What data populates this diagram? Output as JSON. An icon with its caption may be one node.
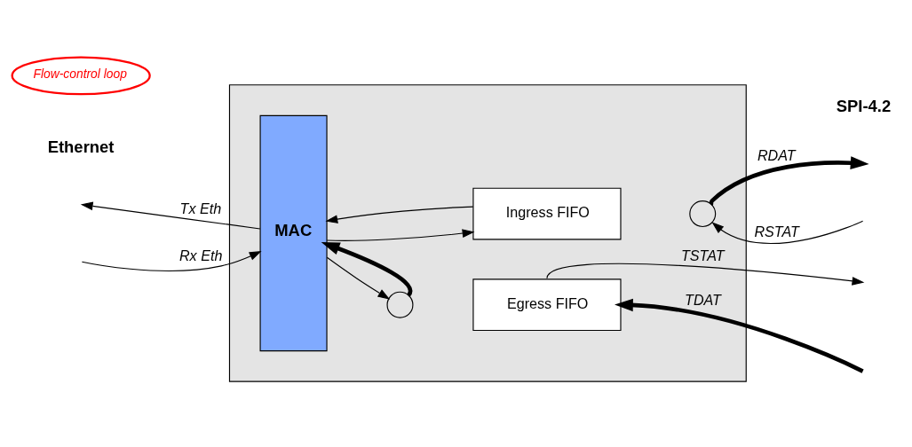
{
  "diagram": {
    "nodes": [
      {
        "text": [],
        "shape": "box"
      },
      {
        "text": [
          "MAC"
        ],
        "in": 0
      },
      {
        "text": [
          "Ingress FIFO"
        ],
        "in": 0
      },
      {
        "text": [
          "Egress FIFO"
        ],
        "in": 0
      },
      {
        "text": [],
        "shape": "circle",
        "in": 0
      },
      {
        "text": [],
        "shape": "circle",
        "in": 0
      }
    ],
    "edges": [
      {
        "from": null,
        "to": 1,
        "arrow": "to",
        "label": "Rx Eth"
      },
      {
        "from": 1,
        "to": 2,
        "arrow": "to"
      },
      {
        "from": 2,
        "to": 1,
        "arrow": "to"
      },
      {
        "from": 4,
        "to": null,
        "arrow": "to",
        "label": "RDAT",
        "style": "thick"
      },
      {
        "from": null,
        "to": 4,
        "arrow": "to",
        "label": "RSTAT"
      },
      {
        "from": 1,
        "to": 5,
        "arrow": "to"
      },
      {
        "from": 3,
        "to": null,
        "arrow": "to",
        "label": "TSTAT"
      },
      {
        "from": null,
        "to": 3,
        "arrow": "to",
        "label": "TDAT",
        "style": "thick"
      },
      {
        "from": 5,
        "to": 1,
        "arrow": "to",
        "style": "thick"
      },
      {
        "from": 1,
        "to": null,
        "arrow": "to",
        "label": "Tx Eth"
      }
    ],
    "labels": [
      "Ethernet",
      "SPI-4.2"
    ],
    "legend": [
      {
        "text": "Flow-control loop"
      }
    ]
  }
}
